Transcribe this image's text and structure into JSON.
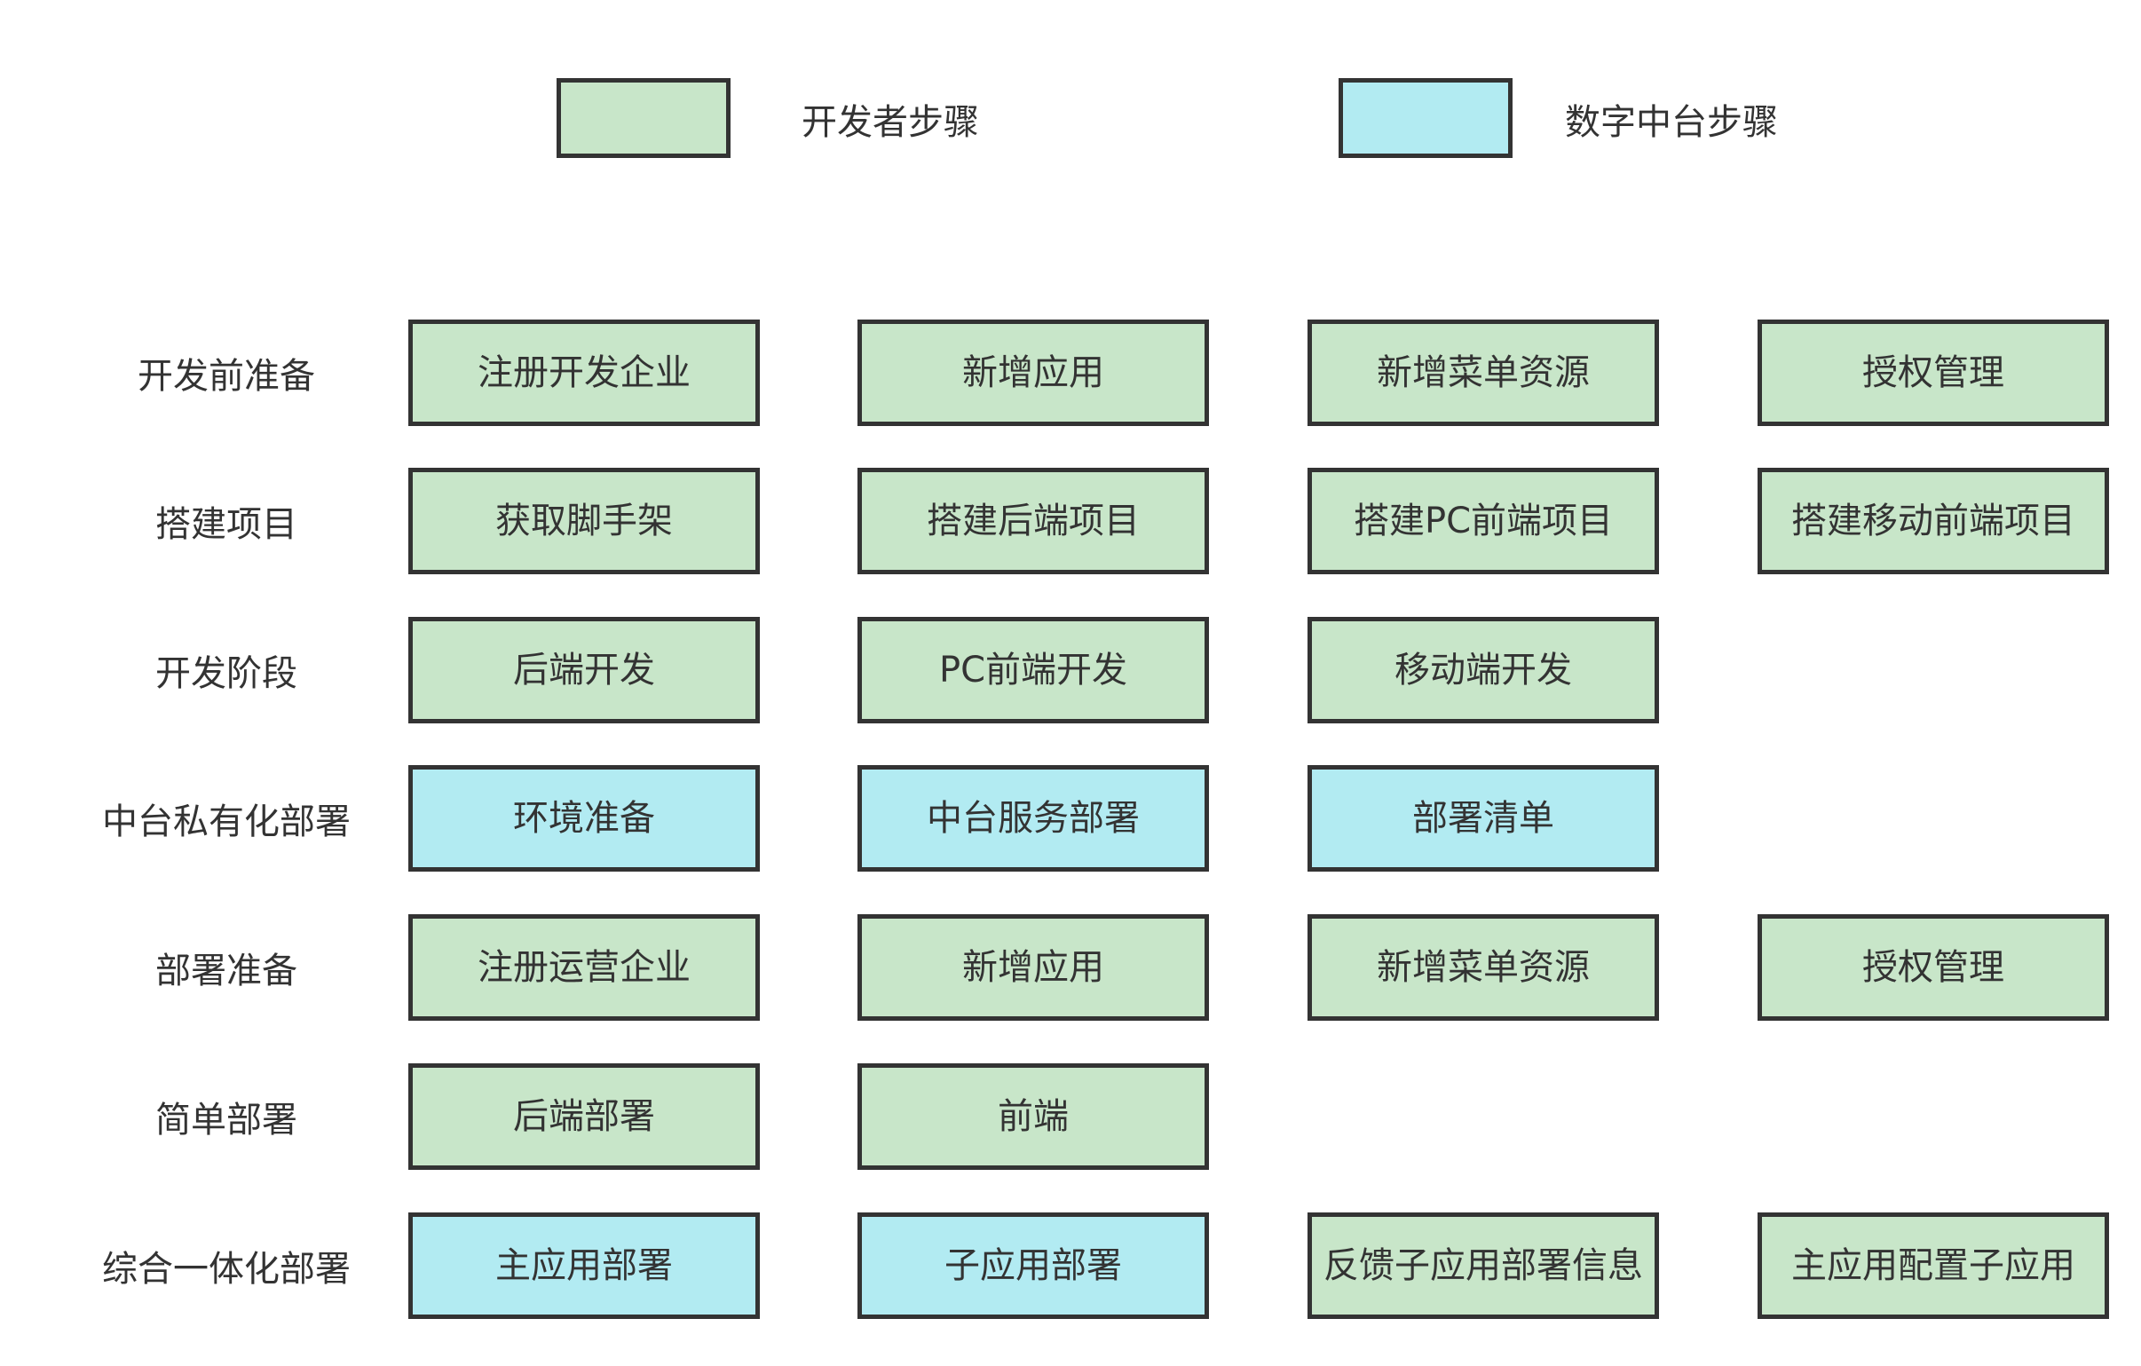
{
  "colors": {
    "developer_step": "#c8e6c9",
    "platform_step": "#b2ebf2",
    "border": "#333333",
    "text": "#333333"
  },
  "legend": [
    {
      "label": "开发者步骤",
      "kind": "dev"
    },
    {
      "label": "数字中台步骤",
      "kind": "platform"
    }
  ],
  "rows": [
    {
      "label": "开发前准备",
      "steps": [
        {
          "text": "注册开发企业",
          "kind": "dev"
        },
        {
          "text": "新增应用",
          "kind": "dev"
        },
        {
          "text": "新增菜单资源",
          "kind": "dev"
        },
        {
          "text": "授权管理",
          "kind": "dev"
        }
      ]
    },
    {
      "label": "搭建项目",
      "steps": [
        {
          "text": "获取脚手架",
          "kind": "dev"
        },
        {
          "text": "搭建后端项目",
          "kind": "dev"
        },
        {
          "text": "搭建PC前端项目",
          "kind": "dev"
        },
        {
          "text": "搭建移动前端项目",
          "kind": "dev"
        }
      ]
    },
    {
      "label": "开发阶段",
      "steps": [
        {
          "text": "后端开发",
          "kind": "dev"
        },
        {
          "text": "PC前端开发",
          "kind": "dev"
        },
        {
          "text": "移动端开发",
          "kind": "dev"
        }
      ]
    },
    {
      "label": "中台私有化部署",
      "steps": [
        {
          "text": "环境准备",
          "kind": "platform"
        },
        {
          "text": "中台服务部署",
          "kind": "platform"
        },
        {
          "text": "部署清单",
          "kind": "platform"
        }
      ]
    },
    {
      "label": "部署准备",
      "steps": [
        {
          "text": "注册运营企业",
          "kind": "dev"
        },
        {
          "text": "新增应用",
          "kind": "dev"
        },
        {
          "text": "新增菜单资源",
          "kind": "dev"
        },
        {
          "text": "授权管理",
          "kind": "dev"
        }
      ]
    },
    {
      "label": "简单部署",
      "steps": [
        {
          "text": "后端部署",
          "kind": "dev"
        },
        {
          "text": "前端",
          "kind": "dev"
        }
      ]
    },
    {
      "label": "综合一体化部署",
      "steps": [
        {
          "text": "主应用部署",
          "kind": "platform"
        },
        {
          "text": "子应用部署",
          "kind": "platform"
        },
        {
          "text": "反馈子应用部署信息",
          "kind": "dev"
        },
        {
          "text": "主应用配置子应用",
          "kind": "dev"
        }
      ]
    }
  ]
}
